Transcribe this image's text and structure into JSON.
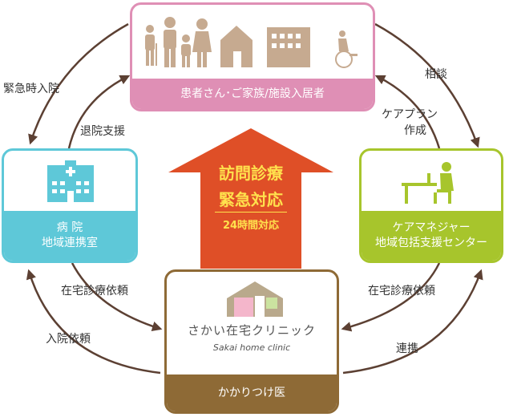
{
  "nodes": {
    "patient": {
      "label": "患者さん･ご家族/施設入居者"
    },
    "hospital": {
      "label_line1": "病 院",
      "label_line2": "地域連携室"
    },
    "care_manager": {
      "label_line1": "ケアマネジャー",
      "label_line2": "地域包括支援センター"
    },
    "clinic": {
      "logo_text": "さかい在宅クリニック",
      "logo_subtext": "Sakai home clinic",
      "label": "かかりつけ医"
    }
  },
  "center_arrow": {
    "line1": "訪問診療",
    "line2": "緊急対応",
    "line3": "24時間対応"
  },
  "edge_labels": {
    "emergency_admission": "緊急時入院",
    "discharge_support": "退院支援",
    "consultation": "相談",
    "care_plan_1": "ケアプラン",
    "care_plan_2": "作成",
    "home_care_request_left": "在宅診療依頼",
    "admission_request": "入院依頼",
    "home_care_request_right": "在宅診療依頼",
    "cooperation": "連携"
  },
  "colors": {
    "patient": "#df8fb5",
    "hospital": "#5ec8d8",
    "care_manager": "#a7c52c",
    "clinic": "#8e6a36",
    "center_arrow": "#df4f27",
    "arrows": "#5c4033",
    "center_text": "#ffe14d"
  }
}
